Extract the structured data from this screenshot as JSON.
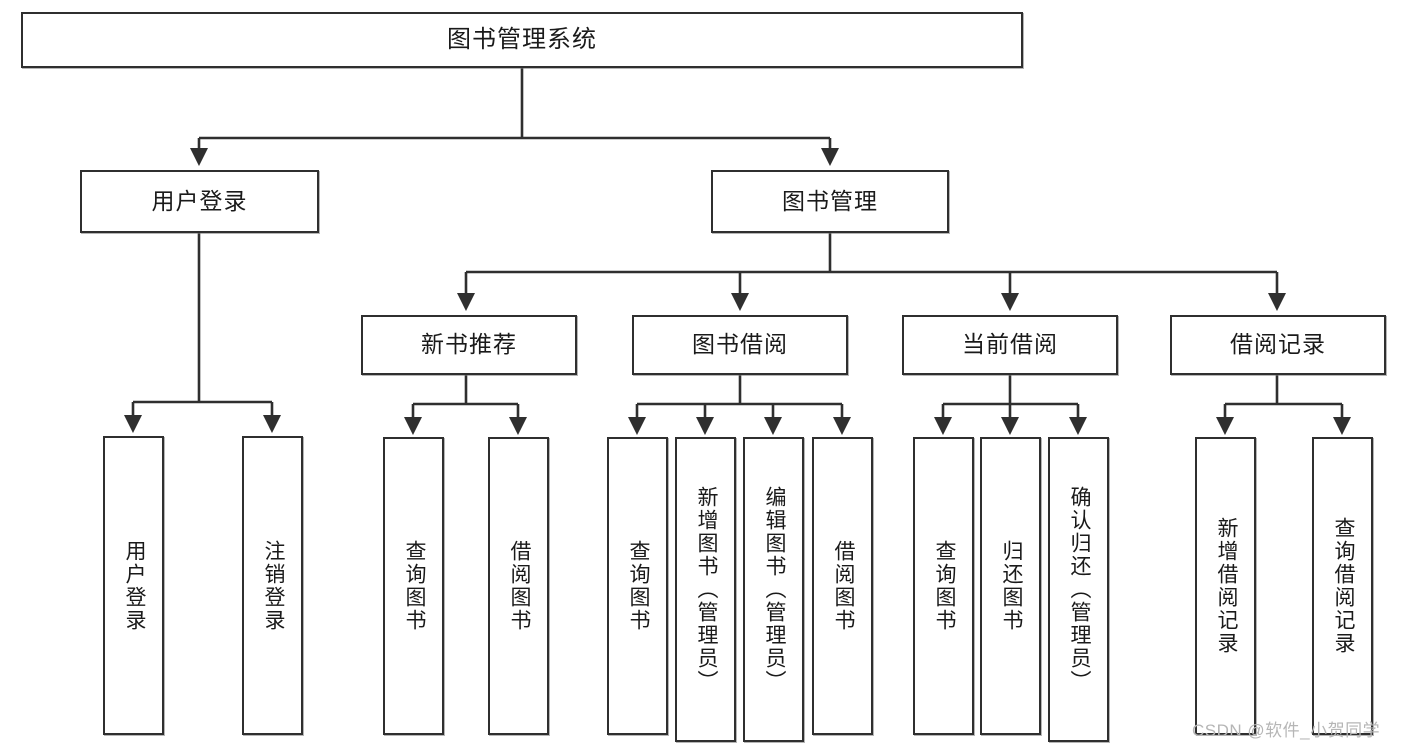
{
  "diagram": {
    "title": "图书管理系统",
    "type": "tree",
    "nodes": {
      "root": {
        "label": "图书管理系统"
      },
      "user_login": {
        "label": "用户登录"
      },
      "book_manage": {
        "label": "图书管理"
      },
      "new_book_rec": {
        "label": "新书推荐"
      },
      "book_borrow": {
        "label": "图书借阅"
      },
      "current_borrow": {
        "label": "当前借阅"
      },
      "borrow_record": {
        "label": "借阅记录"
      },
      "leaf_user_login": {
        "label": "用户登录"
      },
      "leaf_logout": {
        "label": "注销登录"
      },
      "leaf_query_book_1": {
        "label": "查询图书"
      },
      "leaf_borrow_book_1": {
        "label": "借阅图书"
      },
      "leaf_query_book_2": {
        "label": "查询图书"
      },
      "leaf_add_book_admin": {
        "label": "新增图书（管理员）"
      },
      "leaf_edit_book_admin": {
        "label": "编辑图书（管理员）"
      },
      "leaf_borrow_book_2": {
        "label": "借阅图书"
      },
      "leaf_query_book_3": {
        "label": "查询图书"
      },
      "leaf_return_book": {
        "label": "归还图书"
      },
      "leaf_confirm_return_admin": {
        "label": "确认归还（管理员）"
      },
      "leaf_add_record": {
        "label": "新增借阅记录"
      },
      "leaf_query_record": {
        "label": "查询借阅记录"
      }
    },
    "colors": {
      "border": "#2f2f2f",
      "background": "#ffffff",
      "text": "#1a1a1a",
      "watermark": "#b6b6b6"
    }
  },
  "watermark": {
    "text": "CSDN @软件_小贺同学"
  }
}
